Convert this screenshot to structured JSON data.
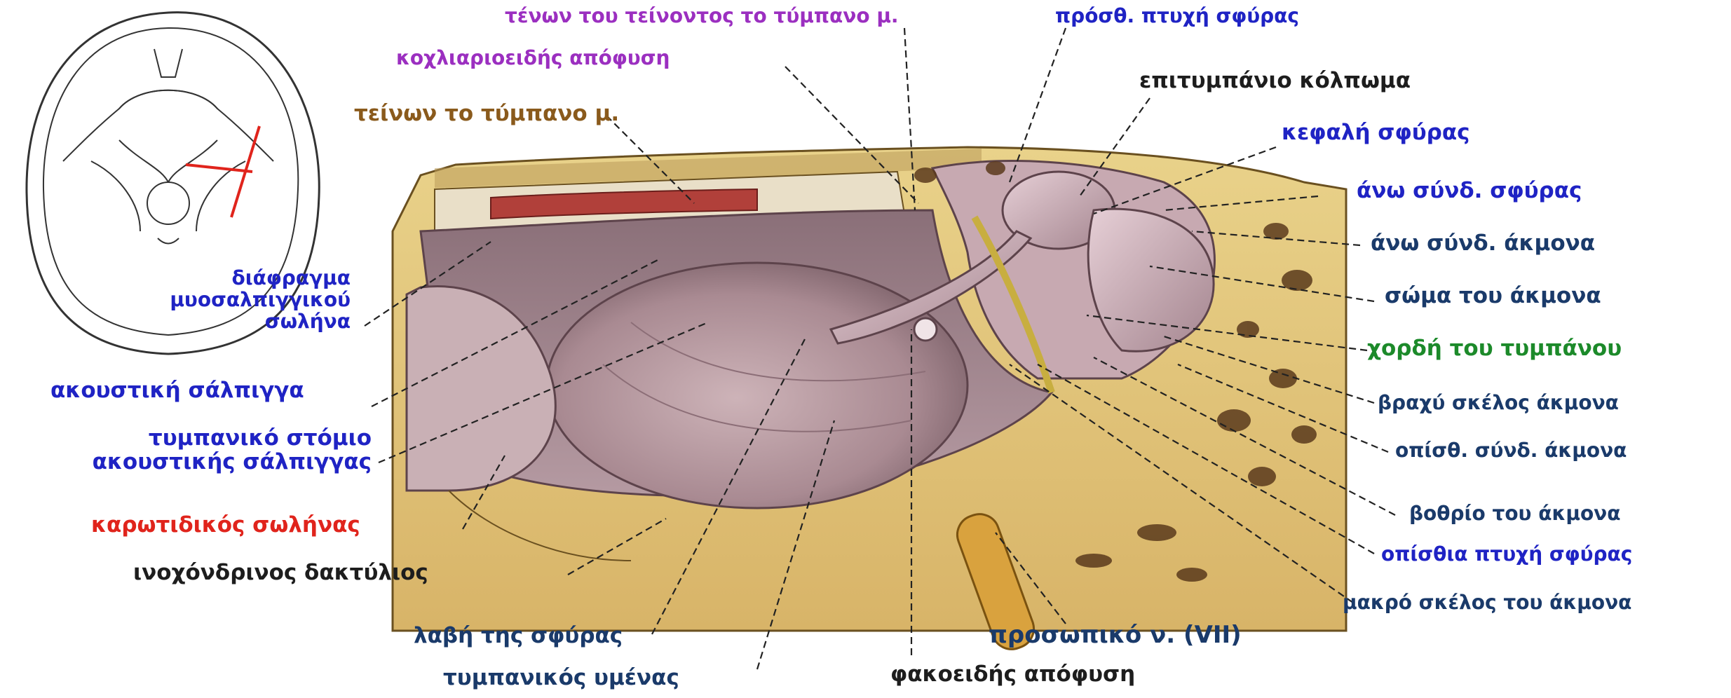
{
  "labels": {
    "tensor_tendon": "τένων του τείνοντος το τύμπανο μ.",
    "cochleariform": "κοχλιαριοειδής απόφυση",
    "tensor_muscle": "τείνων το τύμπανο μ.",
    "septum_line1": "διάφραγμα",
    "septum_line2": "μυοσαλπιγγικού",
    "septum_line3": "σωλήνα",
    "auditory_tube": "ακουστική σάλπιγγα",
    "tympanic_orifice_line1": "τυμπανικό στόμιο",
    "tympanic_orifice_line2": "ακουστικής σάλπιγγας",
    "carotid_canal": "καρωτιδικός σωλήνας",
    "fibrocartilaginous_ring": "ινοχόνδρινος δακτύλιος",
    "handle_malleus": "λαβή της σφύρας",
    "tympanic_membrane": "τυμπανικός υμένας",
    "lenticular_process": "φακοειδής απόφυση",
    "facial_nerve": "προσωπικό ν. (VII)",
    "anterior_fold": "πρόσθ. πτυχή σφύρας",
    "epitympanic_recess": "επιτυμπάνιο κόλπωμα",
    "head_malleus": "κεφαλή σφύρας",
    "sup_lig_malleus": "άνω σύνδ. σφύρας",
    "sup_lig_incus": "άνω σύνδ. άκμονα",
    "body_incus": "σώμα του άκμονα",
    "chorda_tympani": "χορδή του τυμπάνου",
    "short_crus_incus": "βραχύ σκέλος άκμονα",
    "post_lig_incus": "οπίσθ. σύνδ. άκμονα",
    "fossa_incus": "βοθρίο του άκμονα",
    "post_fold_malleus": "οπίσθια πτυχή σφύρας",
    "long_crus_incus": "μακρό σκέλος του άκμονα"
  },
  "colors": {
    "purple": "#9b2fc0",
    "blue": "#1f23c4",
    "brown": "#8a5a1c",
    "dark": "#1d1d1d",
    "green": "#1c8a2a",
    "red": "#e0241c"
  }
}
